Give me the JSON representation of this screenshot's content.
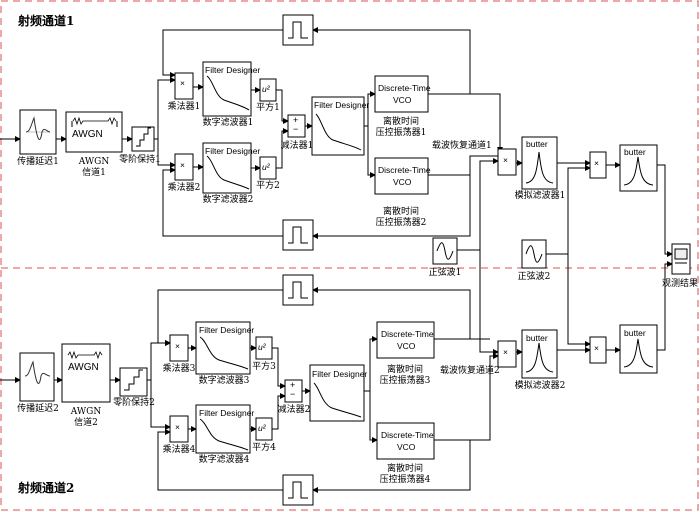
{
  "sections": {
    "ch1": "射频通道1",
    "ch2": "射频通道2"
  },
  "common": {
    "awgn": "AWGN",
    "filter_designer": "Filter Designer",
    "discrete_time": "Discrete-Time",
    "vco": "VCO",
    "butter": "butter",
    "u2": "u²",
    "mult": "×"
  },
  "ch1": {
    "delay": "传播延迟1",
    "awgn_label": "AWGN",
    "awgn_name": "信道1",
    "zoh": "零阶保持1",
    "mult1": "乘法器1",
    "mult2": "乘法器2",
    "filt1": "数字滤波器1",
    "filt2": "数字滤波器2",
    "sq1": "平方1",
    "sq2": "平方2",
    "sub": "减法器1",
    "vco1_a": "离散时间",
    "vco1_b": "压控振荡器1",
    "vco2_a": "离散时间",
    "vco2_b": "压控振荡器2",
    "recover": "载波恢复通道1",
    "sine": "正弦波1",
    "analog": "模拟滤波器1"
  },
  "ch2": {
    "delay": "传播延迟2",
    "awgn_label": "AWGN",
    "awgn_name": "信道2",
    "zoh": "零阶保持2",
    "mult3": "乘法器3",
    "mult4": "乘法器4",
    "filt3": "数字滤波器3",
    "filt4": "数字滤波器4",
    "sq3": "平方3",
    "sq4": "平方4",
    "sub": "减法器2",
    "vco3_a": "离散时间",
    "vco3_b": "压控振荡器3",
    "vco4_a": "离散时间",
    "vco4_b": "压控振荡器4",
    "recover": "载波恢复通道2",
    "sine": "正弦波2",
    "analog": "模拟滤波器2"
  },
  "scope": "观测结果"
}
